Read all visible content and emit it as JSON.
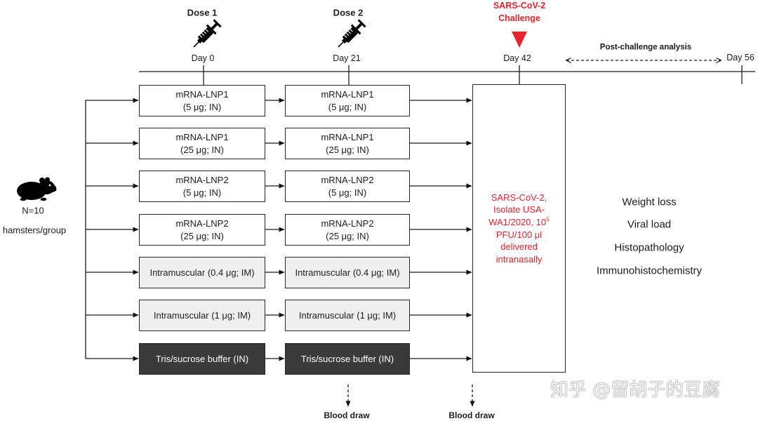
{
  "timeline": {
    "dose1": {
      "label": "Dose 1",
      "day": "Day 0"
    },
    "dose2": {
      "label": "Dose 2",
      "day": "Day 21"
    },
    "challenge": {
      "label_line1": "SARS-CoV-2",
      "label_line2": "Challenge",
      "day": "Day 42"
    },
    "analysis": {
      "label": "Post-challenge analysis",
      "day": "Day 56"
    }
  },
  "cohort": {
    "n": "N=10",
    "unit": "hamsters/group"
  },
  "groups": [
    {
      "line1": "mRNA-LNP1",
      "line2": "(5 μg; IN)"
    },
    {
      "line1": "mRNA-LNP1",
      "line2": "(25 μg; IN)"
    },
    {
      "line1": "mRNA-LNP2",
      "line2": "(5 μg; IN)"
    },
    {
      "line1": "mRNA-LNP2",
      "line2": "(25 μg; IN)"
    },
    {
      "line1": "Intramuscular (0.4 μg; IM)"
    },
    {
      "line1": "Intramuscular (1 μg; IM)"
    },
    {
      "line1": "Tris/sucrose buffer (IN)"
    }
  ],
  "challenge_box": {
    "lines": [
      "SARS-CoV-2,",
      "Isolate USA-",
      "WA1/2020, 10",
      "PFU/100 μl",
      "delivered",
      "intranasally"
    ],
    "superscript": "5"
  },
  "readouts": [
    "Weight loss",
    "Viral load",
    "Histopathology",
    "Immunohistochemistry"
  ],
  "blood_draws": [
    "Blood draw",
    "Blood draw"
  ],
  "watermark": "知乎 @留胡子的豆腐",
  "colors": {
    "challenge_text": "#e8232e",
    "intramuscular_box_fill": "#efefef",
    "buffer_box_fill": "#3a3a3a"
  },
  "icons": {
    "dose_marker": "syringe-icon",
    "challenge_marker": "down-triangle-icon",
    "cohort": "hamster-icon"
  }
}
